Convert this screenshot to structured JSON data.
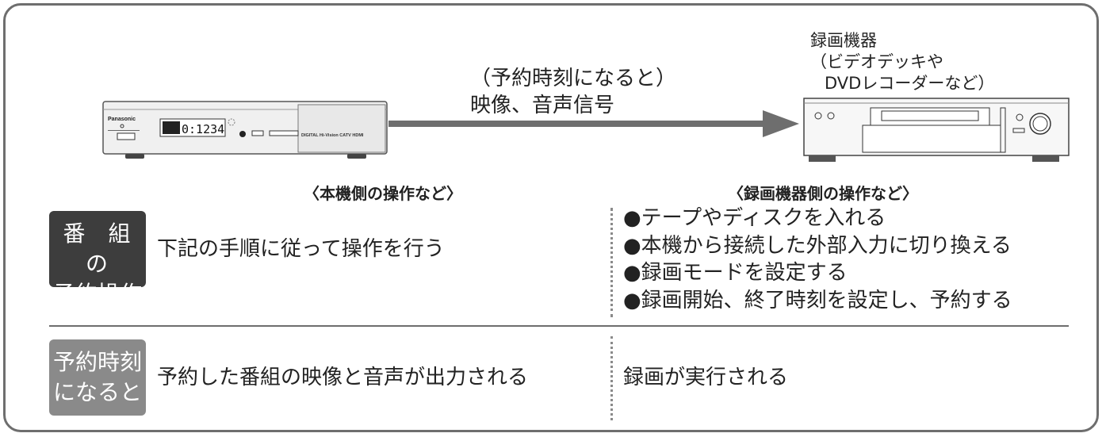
{
  "signal": {
    "line1": "（予約時刻になると）",
    "line2": "映像、音声信号"
  },
  "recorder": {
    "line1": "録画機器",
    "line2": "（ビデオデッキや",
    "line3": "DVDレコーダーなど）"
  },
  "device_stb": {
    "brand": "Panasonic",
    "display": "0:1234",
    "panel_text": "DIGITAL Hi-Vision  CATV  HDMI"
  },
  "columns": {
    "left_heading": "〈本機側の操作など〉",
    "right_heading": "〈録画機器側の操作など〉"
  },
  "rows": [
    {
      "badge": [
        "番 組 の",
        "予約操作"
      ],
      "left": "下記の手順に従って操作を行う",
      "right": [
        "●テープやディスクを入れる",
        "●本機から接続した外部入力に切り換える",
        "●録画モードを設定する",
        "●録画開始、終了時刻を設定し、予約する"
      ]
    },
    {
      "badge": [
        "予約時刻",
        "になると"
      ],
      "left": "予約した番組の映像と音声が出力される",
      "right": [
        "録画が実行される"
      ]
    }
  ],
  "colors": {
    "frame": "#6e6e6e",
    "badge_dark": "#3d3d3d",
    "badge_light": "#8a8a8a"
  }
}
